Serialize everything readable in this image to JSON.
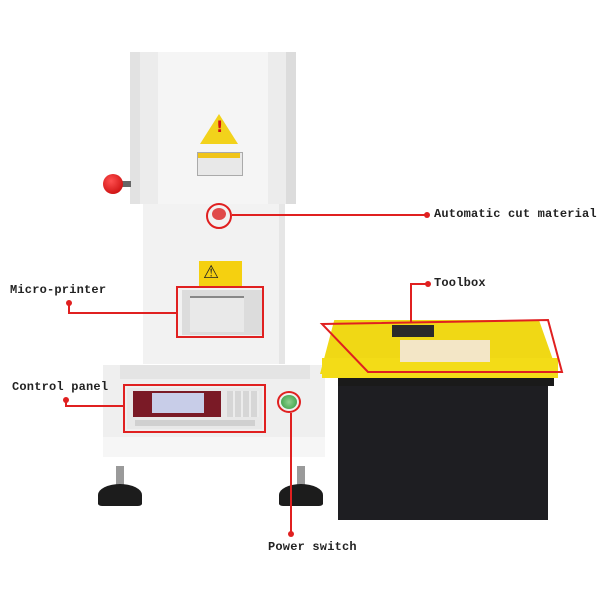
{
  "image": {
    "subject": "Melt flow indexer machine with toolbox",
    "background": "#ffffff"
  },
  "annotations": [
    {
      "id": "automatic-cut-material",
      "label": "Automatic cut material"
    },
    {
      "id": "micro-printer",
      "label": "Micro-printer"
    },
    {
      "id": "control-panel",
      "label": "Control panel"
    },
    {
      "id": "toolbox",
      "label": "Toolbox"
    },
    {
      "id": "power-switch",
      "label": "Power switch"
    }
  ],
  "colors": {
    "annotation_line": "#e02020",
    "machine_body": "#f2f2f2",
    "toolbox_lid": "#f0d815",
    "toolbox_body": "#1e1e22",
    "screen_frame": "#7a1a26",
    "power_button": "#2f9a3f"
  }
}
